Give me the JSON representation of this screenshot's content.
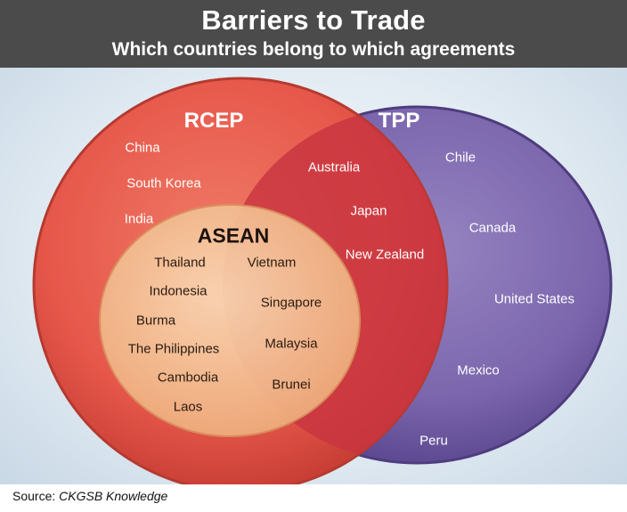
{
  "header": {
    "title": "Barriers to Trade",
    "subtitle": "Which countries belong to which agreements"
  },
  "sets": {
    "rcep": {
      "name": "RCEP",
      "color": "#e8584a"
    },
    "tpp": {
      "name": "TPP",
      "color": "#7a64ab"
    },
    "asean": {
      "name": "ASEAN",
      "color": "#f4c092"
    }
  },
  "countries": {
    "rcep_only": [
      "China",
      "South Korea",
      "India"
    ],
    "rcep_tpp": [
      "Australia",
      "Japan",
      "New Zealand"
    ],
    "tpp_only": [
      "Chile",
      "Canada",
      "United States",
      "Mexico",
      "Peru"
    ],
    "asean_only": [
      "Thailand",
      "Indonesia",
      "Burma",
      "The Philippines",
      "Cambodia",
      "Laos"
    ],
    "asean_tpp": [
      "Vietnam",
      "Singapore",
      "Malaysia",
      "Brunei"
    ]
  },
  "footer": {
    "source_label": "Source:",
    "source_name": "CKGSB Knowledge"
  }
}
